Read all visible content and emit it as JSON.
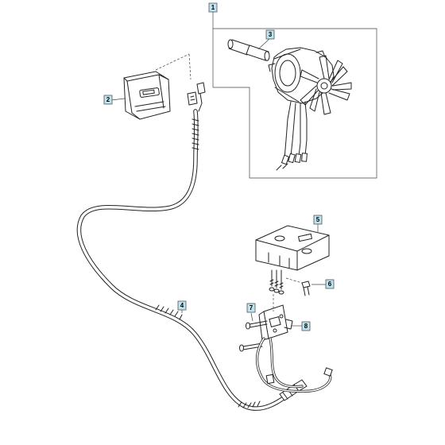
{
  "diagram": {
    "callouts": [
      {
        "id": "1",
        "label": "1",
        "part": "motor-fan-assembly"
      },
      {
        "id": "2",
        "label": "2",
        "part": "control-box"
      },
      {
        "id": "3",
        "label": "3",
        "part": "pin"
      },
      {
        "id": "4",
        "label": "4",
        "part": "cable-harness"
      },
      {
        "id": "5",
        "label": "5",
        "part": "cover-plate"
      },
      {
        "id": "6",
        "label": "6",
        "part": "screw"
      },
      {
        "id": "7",
        "label": "7",
        "part": "screw"
      },
      {
        "id": "8",
        "label": "8",
        "part": "switch-bracket"
      }
    ],
    "colors": {
      "callout_fill": "#bfe3ef",
      "line": "#222222",
      "background": "#ffffff"
    }
  }
}
